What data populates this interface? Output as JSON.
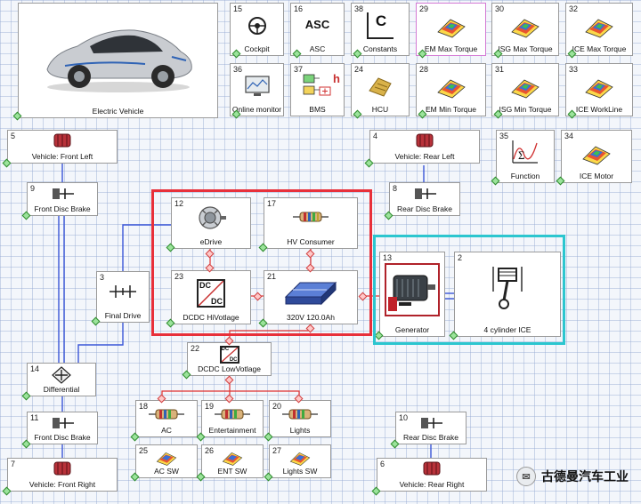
{
  "blocks": {
    "ev": {
      "num": "",
      "label": "Electric Vehicle"
    },
    "cockpit": {
      "num": "15",
      "label": "Cockpit"
    },
    "asc": {
      "num": "16",
      "label": "ASC",
      "glyph": "ASC"
    },
    "constants": {
      "num": "38",
      "label": "Constants",
      "glyph": "C"
    },
    "em_max": {
      "num": "29",
      "label": "EM Max Torque"
    },
    "isg_max": {
      "num": "30",
      "label": "ISG  Max Torque"
    },
    "ice_max": {
      "num": "32",
      "label": "ICE Max Torque"
    },
    "online": {
      "num": "36",
      "label": "Online monitor"
    },
    "bms": {
      "num": "37",
      "label": "BMS",
      "glyph": "h"
    },
    "hcu": {
      "num": "24",
      "label": "HCU"
    },
    "em_min": {
      "num": "28",
      "label": "EM Min Torque"
    },
    "isg_min": {
      "num": "31",
      "label": "ISG Min Torque"
    },
    "ice_wl": {
      "num": "33",
      "label": "ICE WorkLine"
    },
    "vfl": {
      "num": "5",
      "label": "Vehicle: Front Left"
    },
    "vrl": {
      "num": "4",
      "label": "Vehicle: Rear Left"
    },
    "function": {
      "num": "35",
      "label": "Function"
    },
    "ice_motor": {
      "num": "34",
      "label": "ICE Motor"
    },
    "fdb1": {
      "num": "9",
      "label": "Front Disc Brake"
    },
    "rdb1": {
      "num": "8",
      "label": "Rear Disc Brake"
    },
    "edrive": {
      "num": "12",
      "label": "eDrive"
    },
    "hvc": {
      "num": "17",
      "label": "HV Consumer"
    },
    "fd": {
      "num": "3",
      "label": "Final Drive"
    },
    "dcdc_hv": {
      "num": "23",
      "label": "DCDC HiVotlage",
      "glyph": "DC"
    },
    "batt": {
      "num": "21",
      "label": "320V 120.0Ah"
    },
    "gen": {
      "num": "13",
      "label": "Generator"
    },
    "ice": {
      "num": "2",
      "label": "4 cylinder ICE"
    },
    "dcdc_lv": {
      "num": "22",
      "label": "DCDC LowVotlage",
      "glyph": "DC"
    },
    "diff": {
      "num": "14",
      "label": "Differential"
    },
    "ac": {
      "num": "18",
      "label": "AC"
    },
    "ent": {
      "num": "19",
      "label": "Entertainment"
    },
    "lights": {
      "num": "20",
      "label": "Lights"
    },
    "fdb2": {
      "num": "11",
      "label": "Front Disc Brake"
    },
    "rdb2": {
      "num": "10",
      "label": "Rear Disc Brake"
    },
    "ac_sw": {
      "num": "25",
      "label": "AC SW"
    },
    "ent_sw": {
      "num": "26",
      "label": "ENT SW"
    },
    "lights_sw": {
      "num": "27",
      "label": "Lights SW"
    },
    "vfr": {
      "num": "7",
      "label": "Vehicle: Front Right"
    },
    "vrr": {
      "num": "6",
      "label": "Vehicle: Rear Right"
    }
  },
  "watermark": {
    "text": "古德曼汽车工业"
  },
  "colors": {
    "electric_wire": "#e03030",
    "mech_wire": "#3a56d8",
    "highlight_red": "#e8303a",
    "highlight_cyan": "#2cc6cf"
  }
}
